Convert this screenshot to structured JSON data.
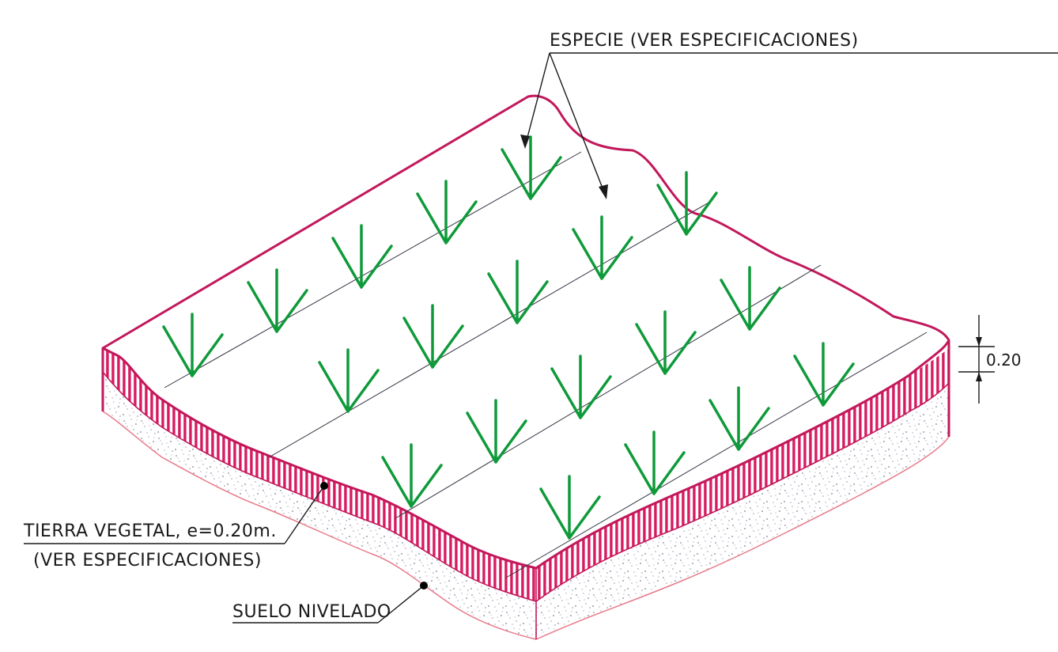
{
  "labels": {
    "species": "ESPECIE (VER ESPECIFICACIONES)",
    "topsoil_line1": "TIERRA VEGETAL, e=0.20m.",
    "topsoil_line2": "(VER ESPECIFICACIONES)",
    "ground": "SUELO NIVELADO",
    "thickness_dim": "0.20"
  },
  "colors": {
    "soil_edge": "#c2185b",
    "soil_hatch": "#d81b60",
    "plants": "#0f9a3a",
    "ground_stipple": "#9aa0b0",
    "ground_edge": "#e87a8a",
    "text": "#1a1a1a"
  },
  "plants": {
    "rows": 4,
    "per_row": [
      5,
      5,
      5,
      4
    ]
  }
}
